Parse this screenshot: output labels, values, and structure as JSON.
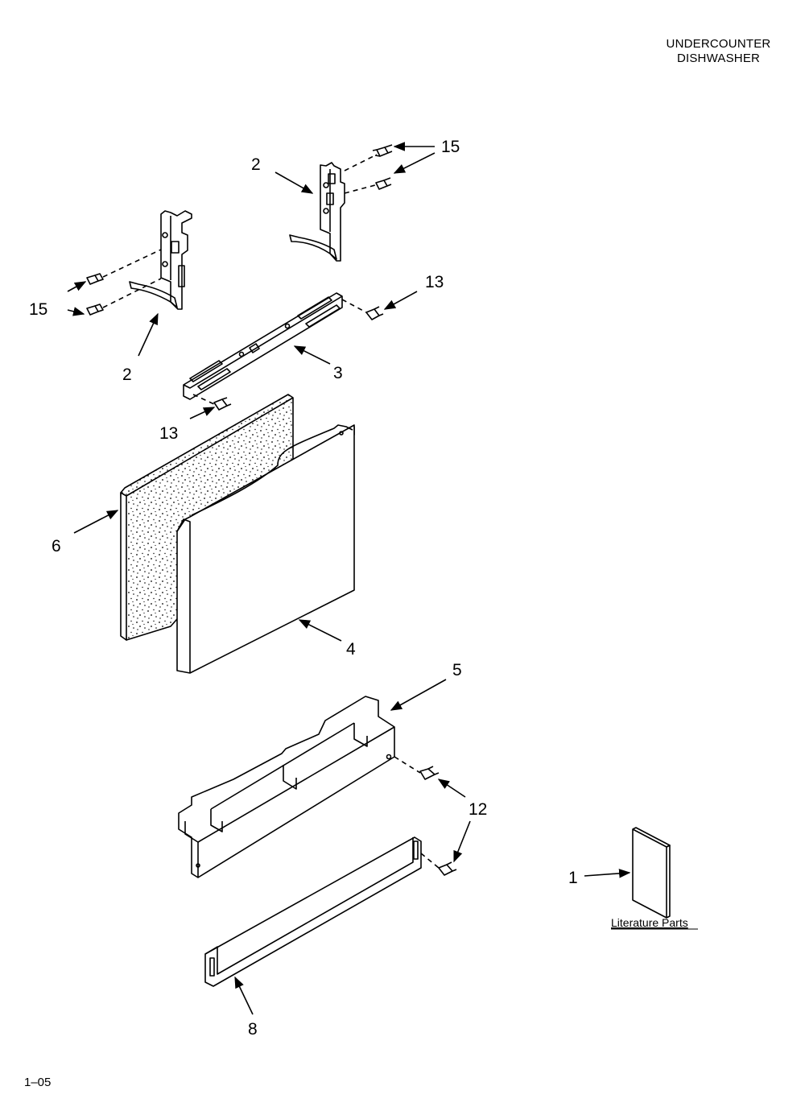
{
  "header": {
    "line1": "UNDERCOUNTER",
    "line2": "DISHWASHER"
  },
  "callouts": {
    "c15_top": "15",
    "c2_top": "2",
    "c13_top": "13",
    "c15_left": "15",
    "c2_left": "2",
    "c3": "3",
    "c13_bottom": "13",
    "c6": "6",
    "c4": "4",
    "c5": "5",
    "c12": "12",
    "c1": "1",
    "c8": "8"
  },
  "literature_label": "Literature Parts",
  "footer_code": "1–05"
}
